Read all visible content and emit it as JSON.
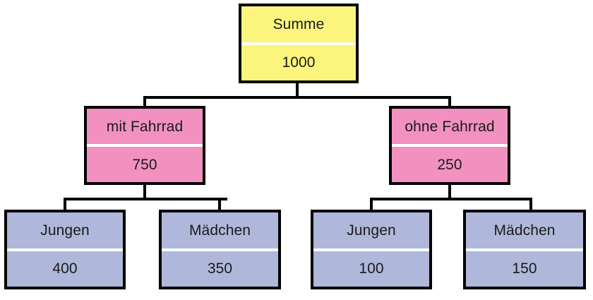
{
  "diagram": {
    "title_text": "Summe",
    "type": "tree-diagram",
    "colors": {
      "root_fill": "#fbf57e",
      "level2_fill": "#f291c0",
      "level3_fill": "#afb8da",
      "border": "#000000",
      "divider": "#ffffff",
      "background": "#ffffff"
    },
    "nodes": {
      "root": {
        "label": "Summe",
        "value": "1000"
      },
      "level2": [
        {
          "label": "mit Fahrrad",
          "value": "750"
        },
        {
          "label": "ohne Fahrrad",
          "value": "250"
        }
      ],
      "level3": [
        {
          "label": "Jungen",
          "value": "400"
        },
        {
          "label": "Mädchen",
          "value": "350"
        },
        {
          "label": "Jungen",
          "value": "100"
        },
        {
          "label": "Mädchen",
          "value": "150"
        }
      ]
    }
  }
}
